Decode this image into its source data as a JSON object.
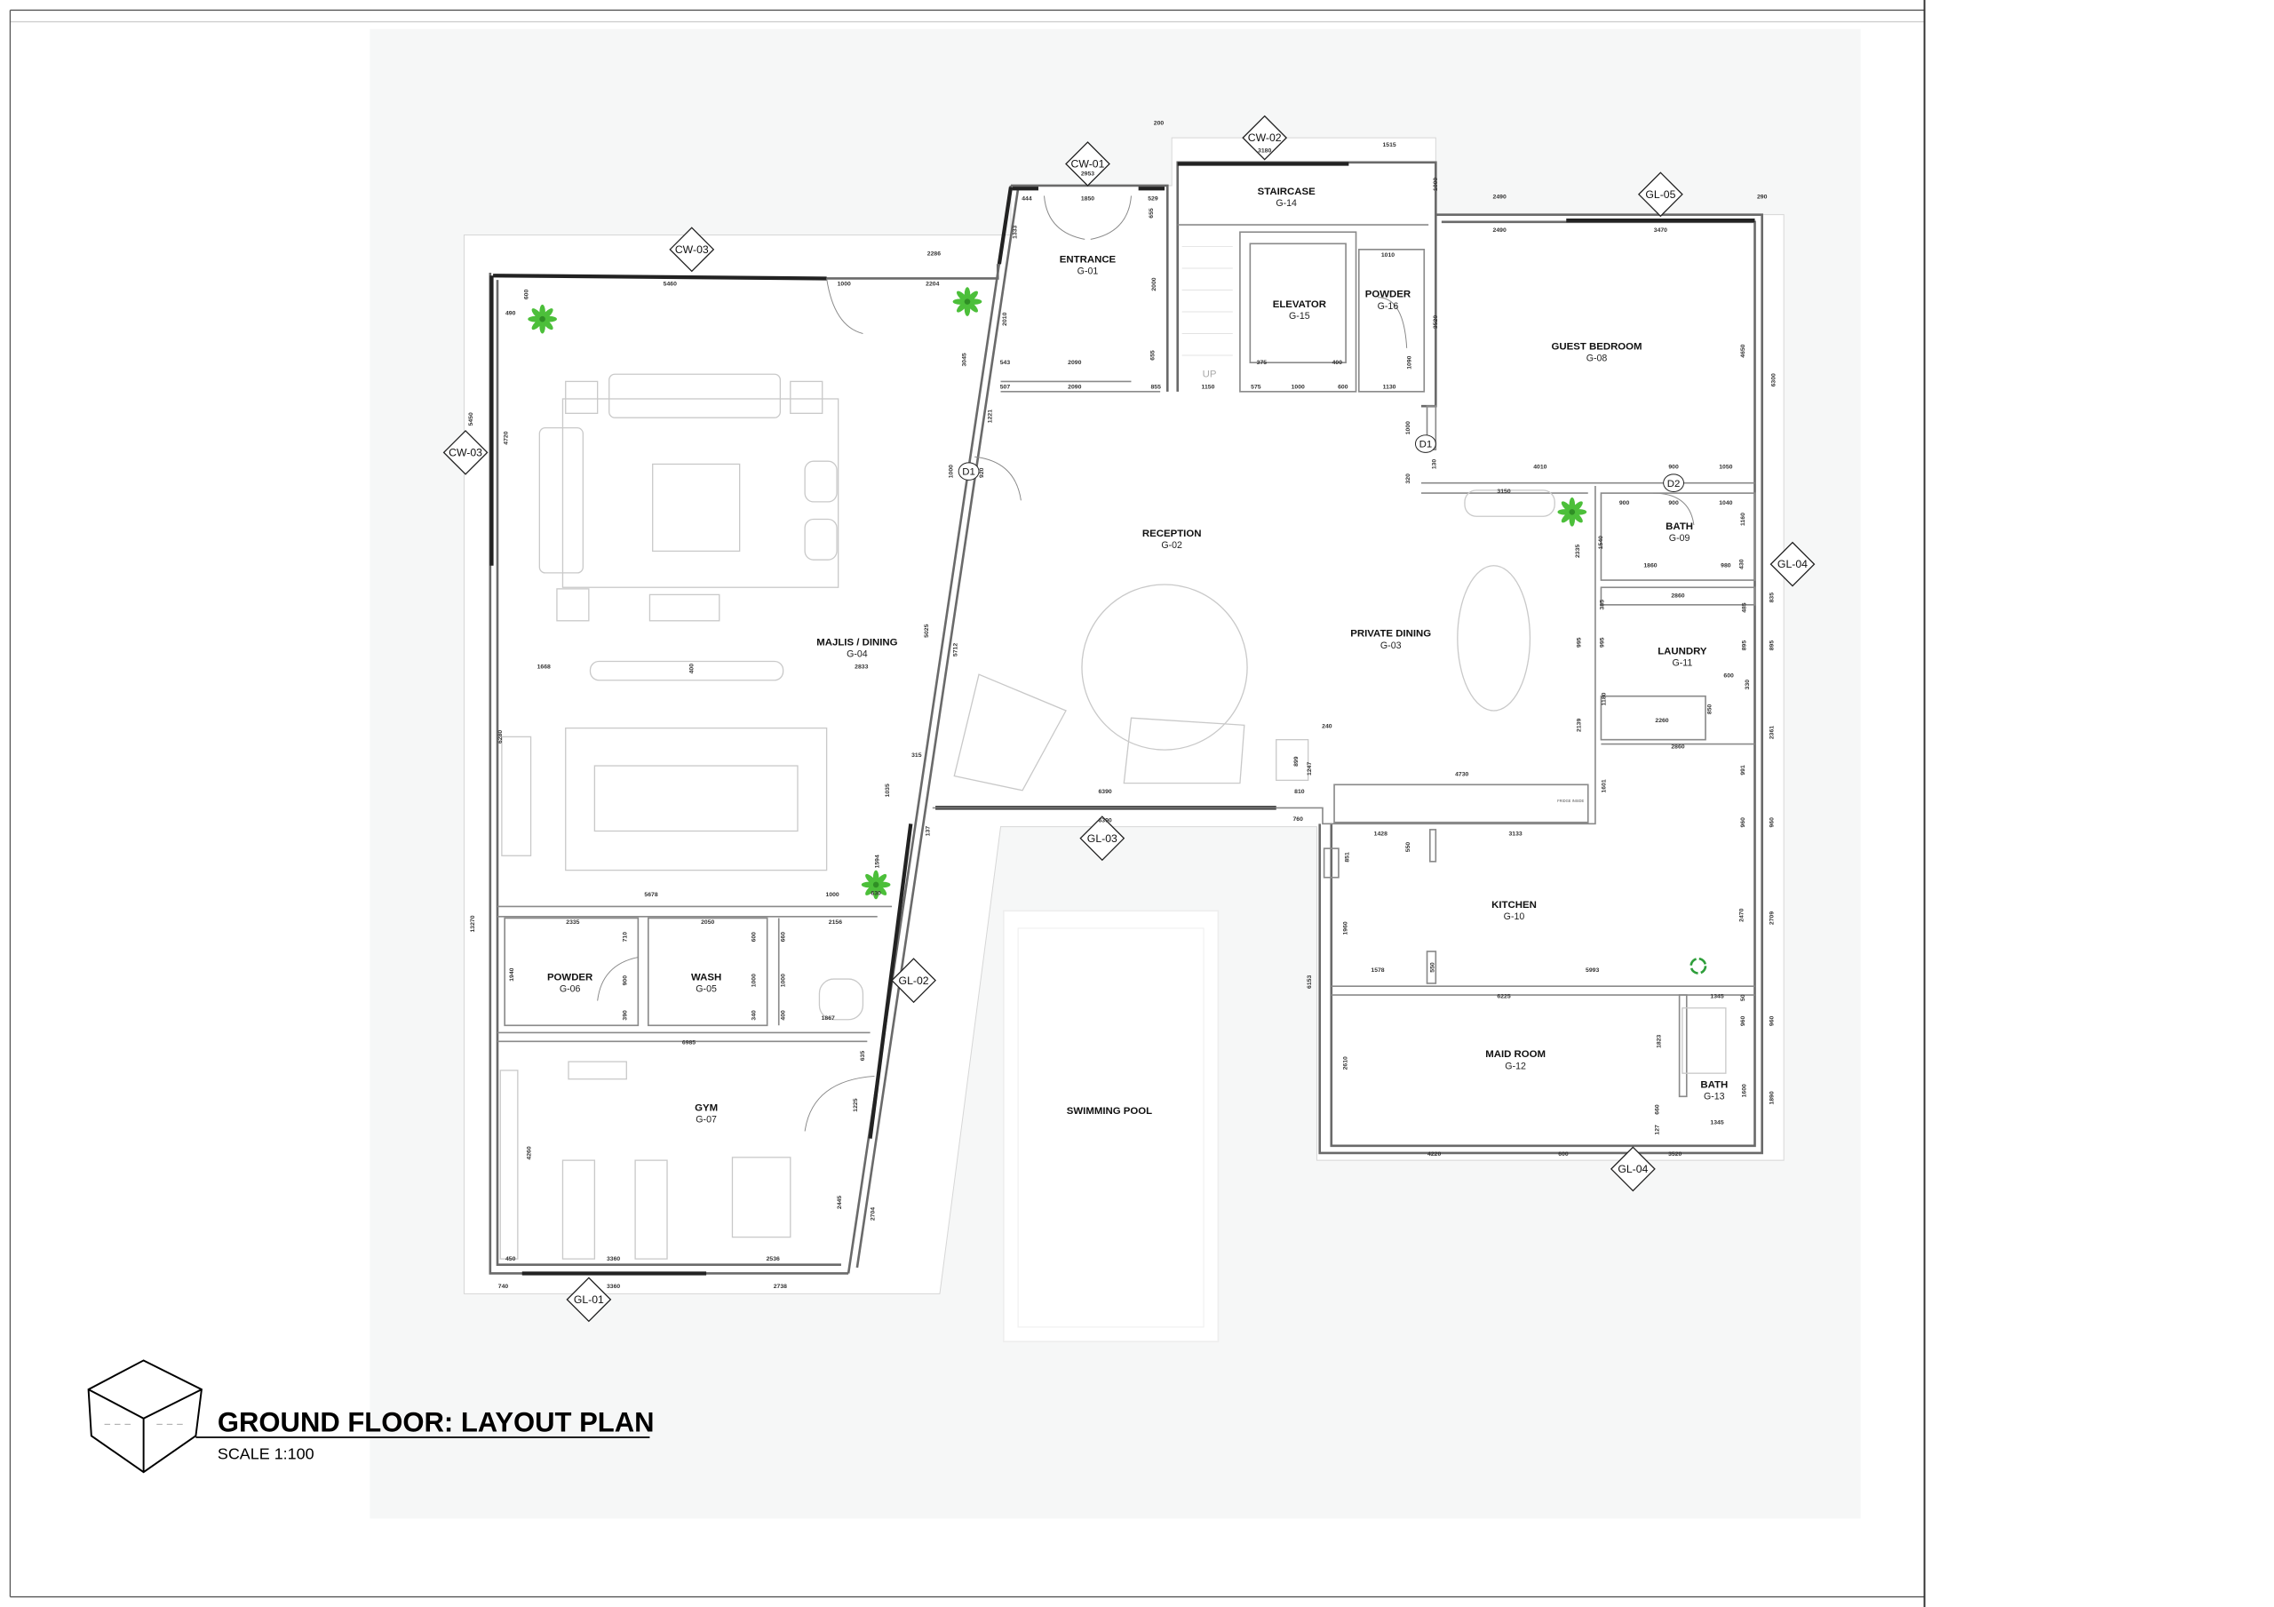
{
  "title": {
    "main": "GROUND FLOOR: LAYOUT PLAN",
    "scale": "SCALE  1:100"
  },
  "rooms": [
    {
      "name": "ENTRANCE",
      "code": "G-01"
    },
    {
      "name": "RECEPTION",
      "code": "G-02"
    },
    {
      "name": "PRIVATE DINING",
      "code": "G-03"
    },
    {
      "name": "MAJLIS / DINING",
      "code": "G-04"
    },
    {
      "name": "WASH",
      "code": "G-05"
    },
    {
      "name": "POWDER",
      "code": "G-06"
    },
    {
      "name": "GYM",
      "code": "G-07"
    },
    {
      "name": "GUEST BEDROOM",
      "code": "G-08"
    },
    {
      "name": "BATH",
      "code": "G-09"
    },
    {
      "name": "KITCHEN",
      "code": "G-10"
    },
    {
      "name": "LAUNDRY",
      "code": "G-11"
    },
    {
      "name": "MAID ROOM",
      "code": "G-12"
    },
    {
      "name": "BATH",
      "code": "G-13"
    },
    {
      "name": "STAIRCASE",
      "code": "G-14"
    },
    {
      "name": "ELEVATOR",
      "code": "G-15"
    },
    {
      "name": "POWDER",
      "code": "G-16"
    },
    {
      "name": "SWIMMING POOL",
      "code": ""
    }
  ],
  "tags": [
    "CW-01",
    "CW-02",
    "CW-03",
    "CW-03",
    "GL-05",
    "GL-04",
    "GL-03",
    "GL-02",
    "GL-01",
    "GL-04"
  ],
  "doors": [
    "D1",
    "D1",
    "D2"
  ],
  "stair_label": "UP",
  "fridge_label": "FRIDGE INSIDE",
  "dims": [
    "200",
    "3180",
    "1515",
    "2953",
    "1000",
    "444",
    "1850",
    "529",
    "655",
    "1333",
    "2286",
    "1000",
    "2204",
    "5460",
    "600",
    "490",
    "2010",
    "2000",
    "3045",
    "543",
    "2090",
    "655",
    "507",
    "2090",
    "855",
    "1150",
    "575",
    "1000",
    "600",
    "1130",
    "1010",
    "375",
    "400",
    "3520",
    "1090",
    "2490",
    "2490",
    "3470",
    "290",
    "4650",
    "6300",
    "5450",
    "4720",
    "1221",
    "1000",
    "920",
    "1000",
    "130",
    "320",
    "4010",
    "900",
    "1050",
    "3150",
    "900",
    "900",
    "1040",
    "1540",
    "1160",
    "2335",
    "1860",
    "980",
    "430",
    "2860",
    "385",
    "485",
    "835",
    "995",
    "995",
    "895",
    "895",
    "600",
    "330",
    "1180",
    "850",
    "2260",
    "2361",
    "2860",
    "991",
    "1601",
    "960",
    "960",
    "2139",
    "5025",
    "5712",
    "1668",
    "400",
    "2833",
    "6280",
    "315",
    "1035",
    "137",
    "6390",
    "6390",
    "240",
    "1247",
    "899",
    "810",
    "760",
    "4730",
    "1428",
    "3133",
    "550",
    "851",
    "1960",
    "1578",
    "550",
    "5993",
    "2470",
    "2709",
    "6153",
    "6225",
    "1345",
    "50",
    "960",
    "960",
    "1823",
    "2610",
    "1600",
    "1890",
    "660",
    "1345",
    "127",
    "4220",
    "600",
    "3520",
    "1594",
    "630",
    "5678",
    "1000",
    "13270",
    "2335",
    "2050",
    "2156",
    "710",
    "600",
    "660",
    "1940",
    "900",
    "1000",
    "1000",
    "390",
    "340",
    "400",
    "1867",
    "6985",
    "635",
    "1225",
    "4260",
    "2445",
    "2704",
    "450",
    "3360",
    "2536",
    "740",
    "3360",
    "2738"
  ],
  "colors": {
    "plant": "#4cbf3a",
    "recycle": "#2e9e3a",
    "sheet": "#f6f7f7"
  }
}
